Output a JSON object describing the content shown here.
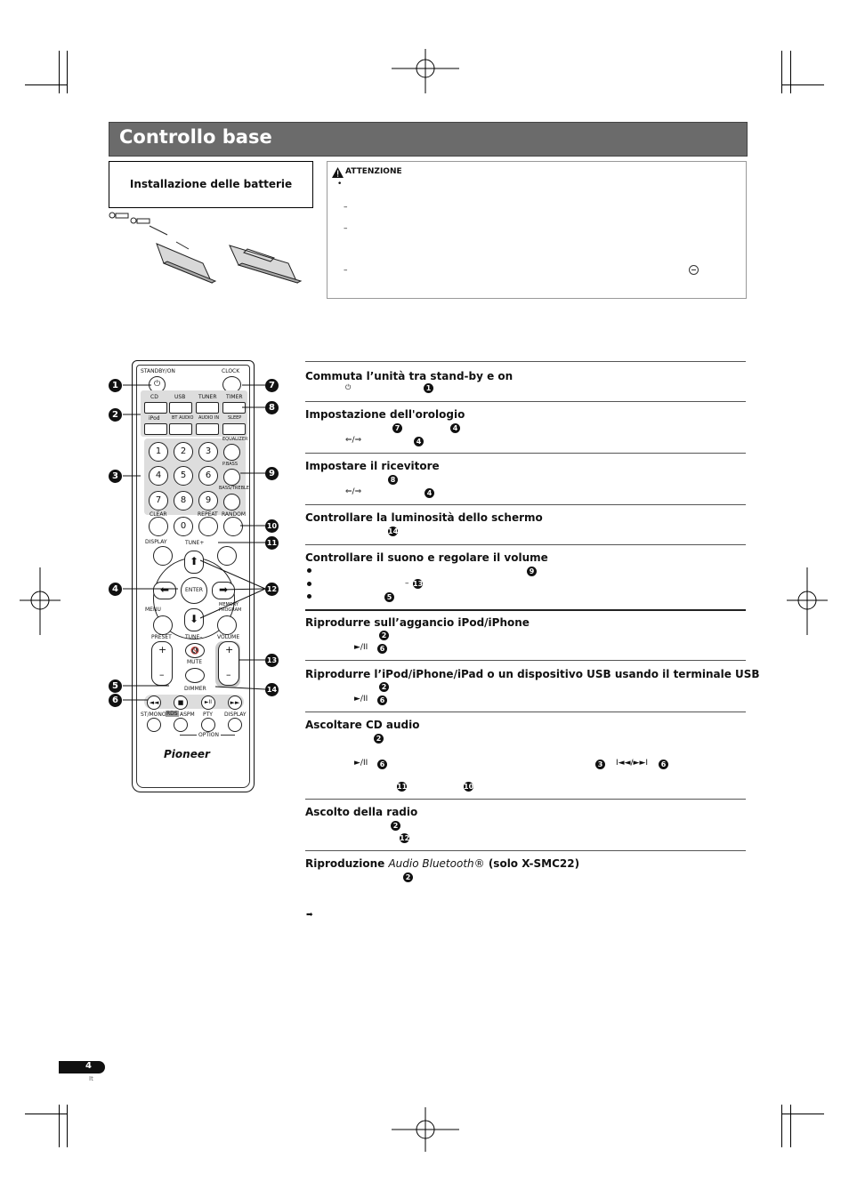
{
  "page": {
    "title": "Controllo base",
    "page_number": "4",
    "language": "It"
  },
  "batteries": {
    "heading": "Installazione delle batterie"
  },
  "caution": {
    "title": "ATTENZIONE",
    "bullet": "•",
    "dash": "–"
  },
  "sections": [
    {
      "title": "Commuta l’unità tra stand-by e on",
      "markers": [
        "1"
      ]
    },
    {
      "title": "Impostazione dell'orologio",
      "markers": [
        "7",
        "4",
        "4"
      ]
    },
    {
      "title": "Impostare il ricevitore",
      "markers": [
        "8",
        "4"
      ]
    },
    {
      "title": "Controllare la luminosità dello schermo",
      "markers": [
        "14"
      ]
    },
    {
      "title": "Controllare il suono e regolare il volume",
      "markers": [
        "9",
        "13",
        "5"
      ]
    },
    {
      "title": "Riprodurre sull’aggancio iPod/iPhone",
      "markers": [
        "2",
        "6"
      ]
    },
    {
      "title": "Riprodurre l’iPod/iPhone/iPad o un dispositivo USB usando il terminale USB",
      "markers": [
        "2",
        "6"
      ]
    },
    {
      "title": "Ascoltare CD audio",
      "markers": [
        "2",
        "6",
        "3",
        "6",
        "11",
        "10"
      ]
    },
    {
      "title": "Ascolto della radio",
      "markers": [
        "2",
        "12"
      ]
    },
    {
      "title_prefix": "Riproduzione ",
      "title_italic": "Audio Bluetooth®",
      "title_suffix": " (solo X-SMC22)",
      "markers": [
        "2"
      ]
    }
  ],
  "symbols": {
    "arrows": "⇐/⇒",
    "play_pause": "►/II",
    "skip": "I◄◄/►►I",
    "see_ref": "➡",
    "power": "⏻"
  },
  "remote": {
    "labels": {
      "standby": "STANDBY/ON",
      "clock": "CLOCK",
      "cd": "CD",
      "usb": "USB",
      "tuner": "TUNER",
      "timer": "TIMER",
      "ipod": "iPod",
      "bt_audio": "BT AUDIO",
      "audio_in": "AUDIO IN",
      "sleep": "SLEEP",
      "equalizer": "EQUALIZER",
      "pbass": "P.BASS",
      "bass_treble": "BASS/TREBLE",
      "clear": "CLEAR",
      "repeat": "REPEAT",
      "random": "RANDOM",
      "display": "DISPLAY",
      "tune_plus": "TUNE+",
      "enter": "ENTER",
      "menu": "MENU",
      "memory_program": "MEMORY PROGRAM",
      "preset": "PRESET",
      "tune_minus": "TUNE–",
      "volume": "VOLUME",
      "mute": "MUTE",
      "dimmer": "DIMMER",
      "st_mono": "ST/MONO",
      "rds": "RDS",
      "aspm": "ASPM",
      "pty": "PTY",
      "display2": "DISPLAY",
      "option": "OPTION",
      "brand": "Pioneer",
      "plus": "+",
      "minus": "–"
    },
    "digits": [
      "1",
      "2",
      "3",
      "4",
      "5",
      "6",
      "7",
      "8",
      "9",
      "0"
    ],
    "callouts_left": [
      "1",
      "2",
      "3",
      "4",
      "5",
      "6"
    ],
    "callouts_right": [
      "7",
      "8",
      "9",
      "10",
      "11",
      "12",
      "13",
      "14"
    ]
  }
}
